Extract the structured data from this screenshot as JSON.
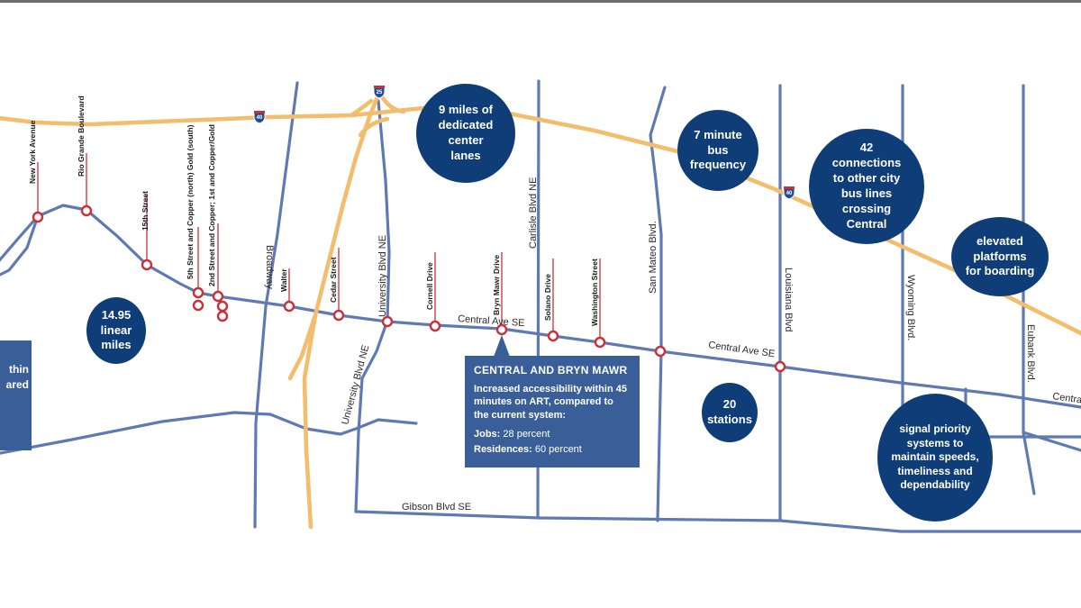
{
  "roads": {
    "i40": "40",
    "i25": "25",
    "broadway": "Broadway",
    "university_n": "University Blvd NE",
    "university_s": "University Blvd NE",
    "carlisle": "Carlisle Blvd NE",
    "san_mateo": "San Mateo Blvd.",
    "louisiana": "Louisiana Blvd",
    "wyoming": "Wyoming Blvd.",
    "eubank": "Eubank Blvd.",
    "central_1": "Central Ave SE",
    "central_2": "Central Ave SE",
    "central_3": "Central",
    "gibson": "Gibson Blvd SE"
  },
  "stations": [
    {
      "name": "New York Avenue"
    },
    {
      "name": "Rio Grande Boulevard"
    },
    {
      "name": "15th Street"
    },
    {
      "name": "5th Street and Copper (north) Gold (south)"
    },
    {
      "name": "2nd Street and Copper; 1st and Copper/Gold"
    },
    {
      "name": "Walter"
    },
    {
      "name": "Cedar Street"
    },
    {
      "name": "Cornell Drive"
    },
    {
      "name": "Bryn Mawr Drive"
    },
    {
      "name": "Solano Drive"
    },
    {
      "name": "Washington Street"
    }
  ],
  "bubbles": {
    "center_lanes": "9 miles of\ndedicated\ncenter\nlanes",
    "frequency": "7 minute\nbus\nfrequency",
    "connections": "42\nconnections\nto other city\nbus lines\ncrossing\nCentral",
    "platforms": "elevated\nplatforms\nfor boarding",
    "miles": "14.95\nlinear\nmiles",
    "stations": "20\nstations",
    "signal": "signal priority\nsystems to\nmaintain speeds,\ntimeliness and\ndependability"
  },
  "callout": {
    "title": "CENTRAL AND BRYN MAWR",
    "description": "Increased accessibility within 45 minutes on ART, compared to the current system:",
    "jobs_label": "Jobs:",
    "jobs_value": "28 percent",
    "residences_label": "Residences:",
    "residences_value": "60 percent"
  },
  "left_box": {
    "line1": "thin",
    "line2": "ared"
  },
  "colors": {
    "highway": "#f2bd6c",
    "street": "#5f79b3",
    "station": "#c8303a",
    "bubble": "#0f3d78",
    "callout": "#3a5f98"
  }
}
